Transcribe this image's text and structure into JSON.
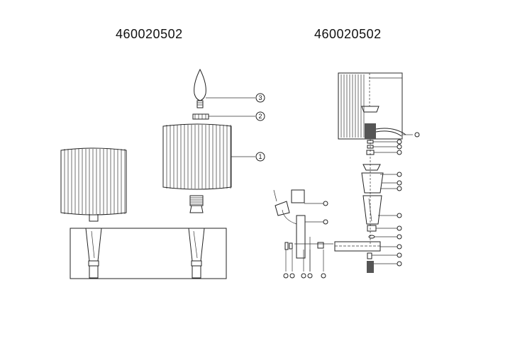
{
  "titles": {
    "left": "460020502",
    "right": "460020502"
  },
  "callouts": {
    "c1": "1",
    "c2": "2",
    "c3": "3"
  }
}
